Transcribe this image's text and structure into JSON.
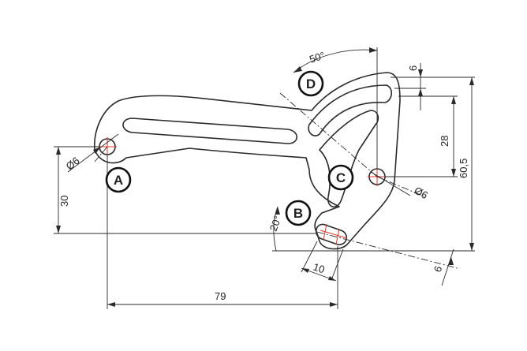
{
  "points": [
    {
      "id": "A",
      "label": "A"
    },
    {
      "id": "B",
      "label": "B"
    },
    {
      "id": "C",
      "label": "C"
    },
    {
      "id": "D",
      "label": "D"
    }
  ],
  "dimensions": {
    "hole_a_diameter": "Ø6",
    "hole_c_diameter": "Ø6",
    "horizontal_a_to_b": "79",
    "vertical_a_to_b": "30",
    "vertical_c_to_d": "28",
    "vertical_total": "60,5",
    "top_slot_width": "6",
    "bottom_slot_width": "6",
    "bottom_slot_length": "10",
    "arc_angle": "50°",
    "slot_angle": "20°"
  }
}
